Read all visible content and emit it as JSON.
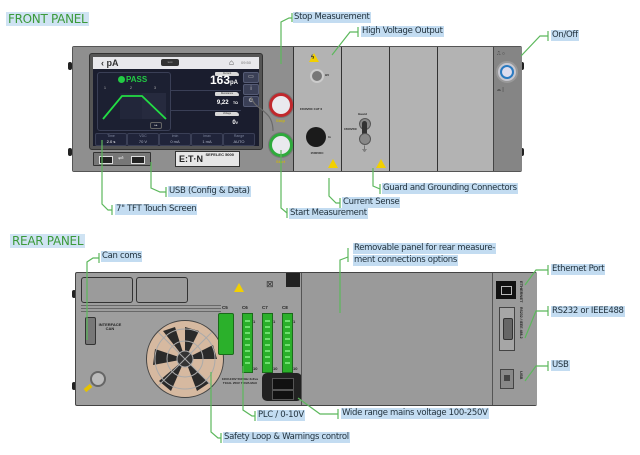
{
  "sections": {
    "front_title": "FRONT PANEL",
    "rear_title": "REAR PANEL"
  },
  "front_labels": {
    "stop_measurement": "Stop Measurement",
    "high_voltage_output": "High Voltage Output",
    "on_off": "On/Off",
    "usb_config": "USB (Config & Data)",
    "tft_screen": "7\" TFT Touch Screen",
    "guard_grounding": "Guard and Grounding Connectors",
    "current_sense": "Current Sense",
    "start_measurement": "Start Measurement"
  },
  "rear_labels": {
    "can_coms": "Can coms",
    "removable_panel_line1": "Removable panel for rear measure-",
    "removable_panel_line2": "ment connections options",
    "ethernet_port": "Ethernet Port",
    "rs232": "RS232 or IEEE488",
    "usb": "USB",
    "plc": "PLC / 0-10V",
    "mains": "Wide range mains voltage 100-250V",
    "safety_loop": "Safety Loop & Warnings control"
  },
  "screen": {
    "title": "pA",
    "test_badge": "test",
    "clock": "09:50",
    "status": "PASS",
    "steps": [
      "1",
      "2",
      "3"
    ],
    "play_button": "▸▸",
    "measurements": [
      {
        "tag": "Current",
        "value": "163",
        "unit": "pA"
      },
      {
        "tag": "Resistance",
        "value": "9,22",
        "unit": "TΩ"
      },
      {
        "tag": "Voltage",
        "value": "0",
        "unit": "V"
      }
    ],
    "params": [
      {
        "label": "Time",
        "value": "2.0 s"
      },
      {
        "label": "VDC",
        "value": "70 V"
      },
      {
        "label": "Imin",
        "value": "0 mA"
      },
      {
        "label": "Imax",
        "value": "1 mA"
      },
      {
        "label": "Range",
        "value": "AUTO"
      }
    ]
  },
  "front_device": {
    "brand": "E:T·N",
    "brand_sub": "SEFELEC 5000",
    "stop_label": "Stop",
    "start_label": "Start",
    "hv_label": "HV",
    "cat_label": "1500VDC CAT II",
    "in_label": "In",
    "vdc_label": "1500VDC",
    "guard_label": "Guard",
    "guard_side_label": "1500VDC"
  },
  "rear_device": {
    "interface_label": "INTERFACE CAN",
    "connectors": [
      "C5",
      "C6",
      "C7",
      "C8"
    ],
    "pin_first": "1",
    "pin_last": "10",
    "mains_rating": "100V-240V 50/60Hz 2xFus T10AL 250V 700VA MAX",
    "ethernet_label": "ETHERNET",
    "rs232_label": "RS232 / IEEE 488-2",
    "usb_label": "USB"
  },
  "colors": {
    "leader_line": "#5cb85c",
    "label_highlight": "#c3dcf1",
    "title_green": "#3c9a3a",
    "pass_green": "#22cc44",
    "terminal_green": "#2bb02b",
    "stop_red": "#c0282d",
    "start_green": "#2eaa3c",
    "power_blue": "#2a7ac0"
  }
}
